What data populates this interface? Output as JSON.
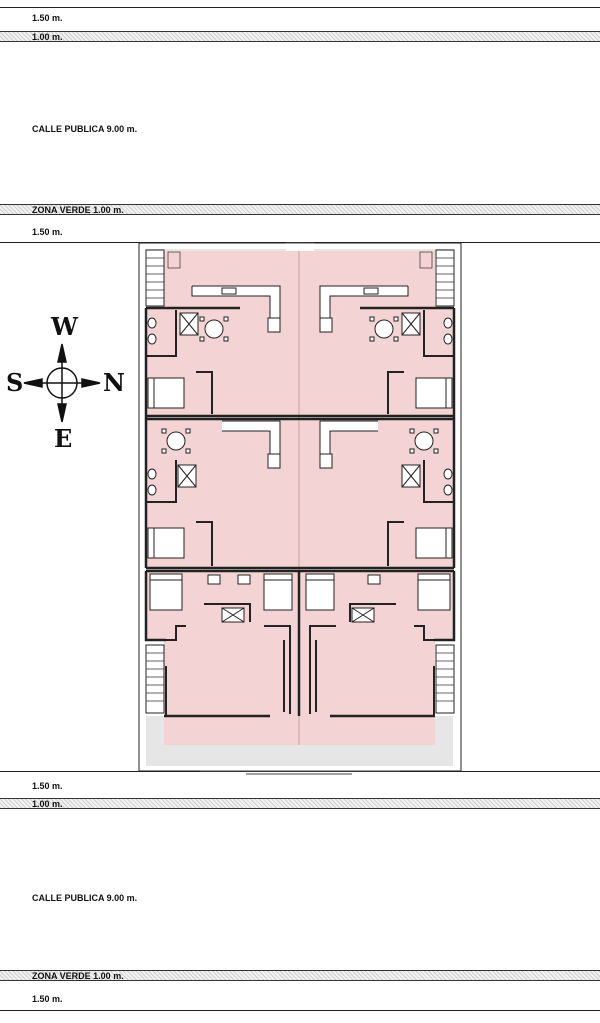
{
  "top": {
    "sidewalk_label": "1.50 m.",
    "curb_label": "1.00 m.",
    "street_label": "CALLE PUBLICA 9.00 m.",
    "green_label": "ZONA VERDE 1.00 m.",
    "sidewalk2_label": "1.50 m."
  },
  "bottom": {
    "sidewalk_label": "1.50 m.",
    "curb_label": "1.00 m.",
    "street_label": "CALLE PUBLICA 9.00 m.",
    "green_label": "ZONA VERDE 1.00 m.",
    "sidewalk2_label": "1.50 m."
  },
  "compass": {
    "north": "N",
    "south": "S",
    "east": "E",
    "west": "W"
  },
  "colors": {
    "room_fill": "#f2cfcf",
    "lot_fill": "#ececec",
    "wall": "#222222"
  }
}
